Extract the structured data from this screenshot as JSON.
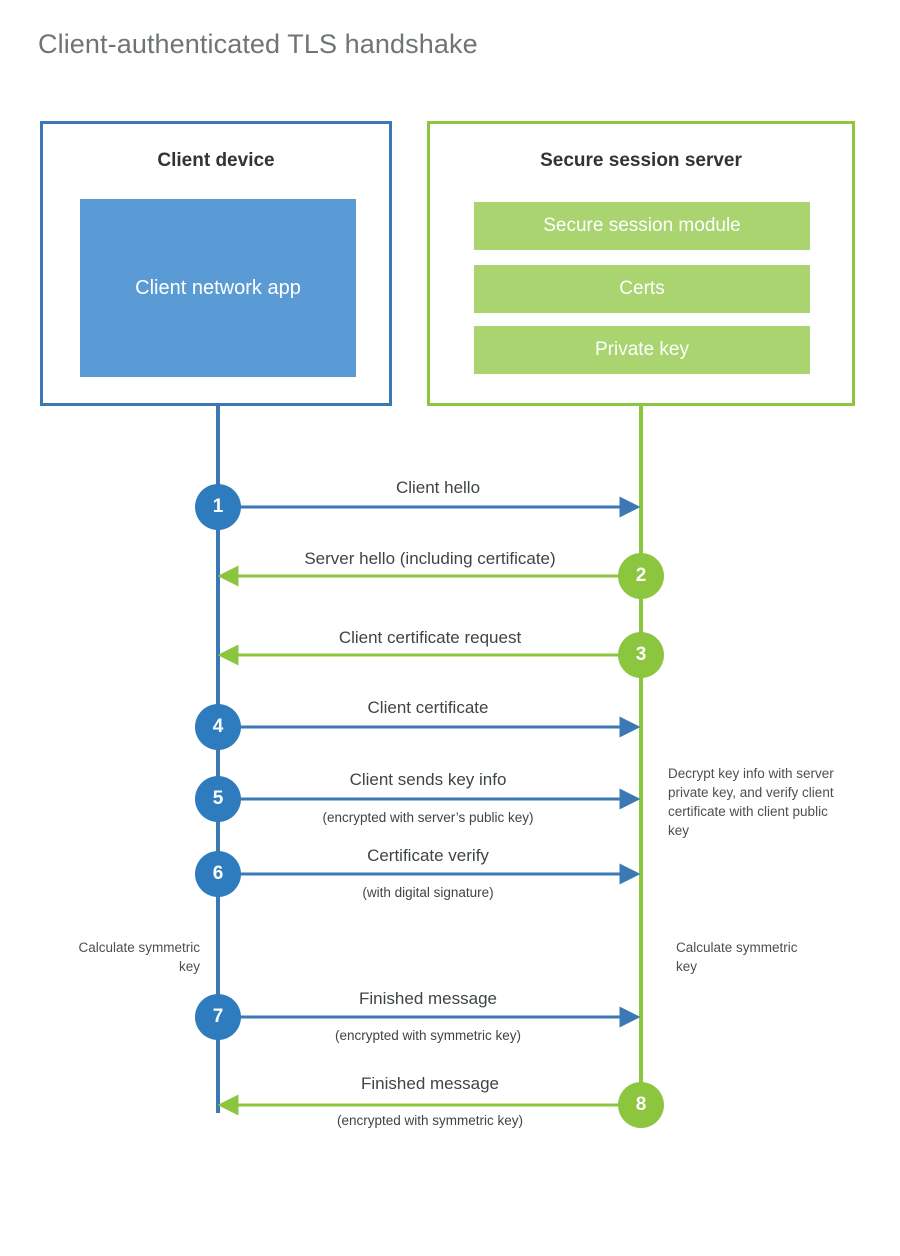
{
  "title": "Client-authenticated TLS handshake",
  "colors": {
    "client_border": "#3c78b4",
    "client_fill": "#5b9bd5",
    "client_circle": "#2e7bbe",
    "server_border": "#8cc63f",
    "server_fill": "#a9d470",
    "server_circle": "#8cc63f",
    "title_text": "#6f7477",
    "body_text": "#3e4447",
    "background": "#ffffff"
  },
  "actors": {
    "client": {
      "title": "Client device",
      "app_label": "Client network app"
    },
    "server": {
      "title": "Secure session server",
      "components": [
        "Secure session module",
        "Certs",
        "Private key"
      ]
    }
  },
  "steps": [
    {
      "number": "1",
      "direction": "client-to-server",
      "label": "Client hello",
      "sublabel": ""
    },
    {
      "number": "2",
      "direction": "server-to-client",
      "label": "Server hello (including certificate)",
      "sublabel": ""
    },
    {
      "number": "3",
      "direction": "server-to-client",
      "label": "Client certificate request",
      "sublabel": ""
    },
    {
      "number": "4",
      "direction": "client-to-server",
      "label": "Client certificate",
      "sublabel": ""
    },
    {
      "number": "5",
      "direction": "client-to-server",
      "label": "Client sends key info",
      "sublabel": "(encrypted with server’s public key)"
    },
    {
      "number": "6",
      "direction": "client-to-server",
      "label": "Certificate verify",
      "sublabel": "(with digital signature)"
    },
    {
      "number": "7",
      "direction": "client-to-server",
      "label": "Finished message",
      "sublabel": "(encrypted with symmetric key)"
    },
    {
      "number": "8",
      "direction": "server-to-client",
      "label": "Finished message",
      "sublabel": "(encrypted with symmetric key)"
    }
  ],
  "notes": {
    "server_decrypt": "Decrypt key info with server private key, and verify client certificate with client public key",
    "client_calculate": "Calculate symmetric key",
    "server_calculate": "Calculate symmetric key"
  }
}
